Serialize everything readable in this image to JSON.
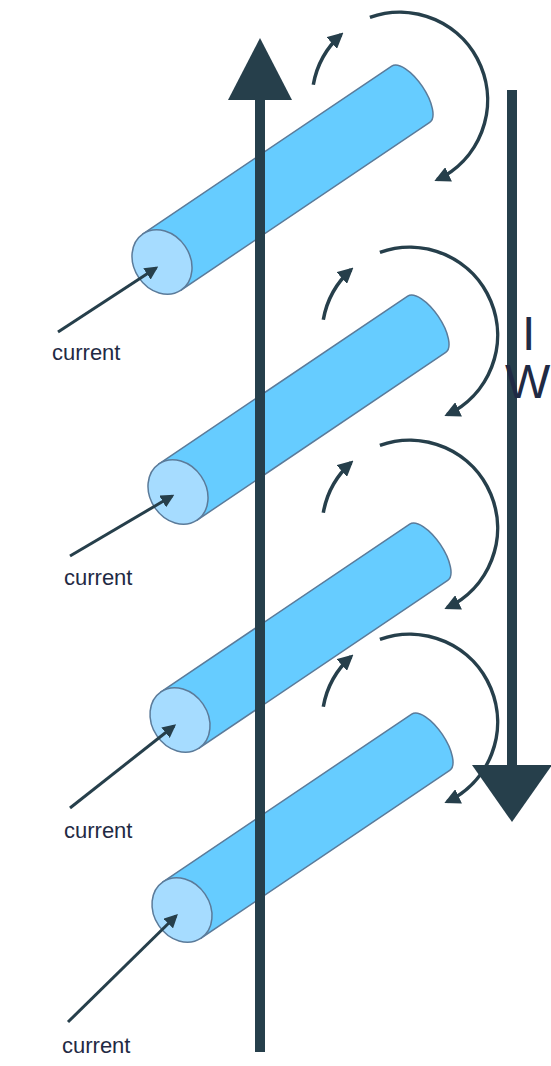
{
  "diagram": {
    "labels": [
      "current",
      "current",
      "current",
      "current",
      "I",
      "W"
    ]
  }
}
